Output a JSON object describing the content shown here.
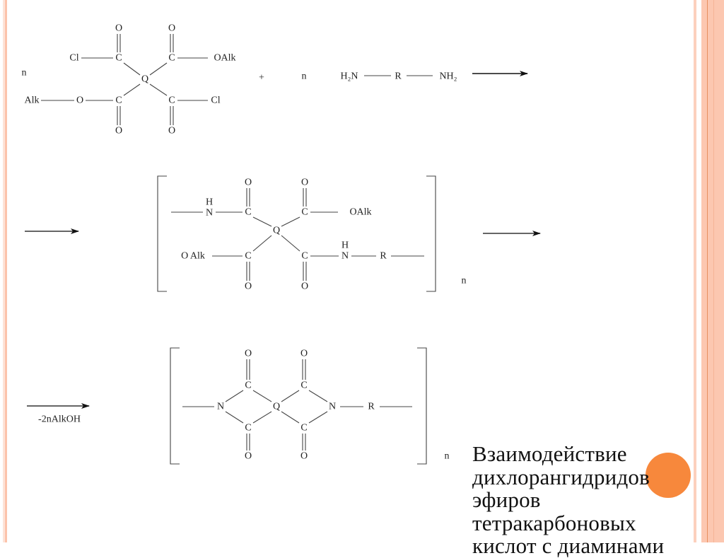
{
  "colors": {
    "border_light": "#fcc9b3",
    "border_dark": "#ee9a6c",
    "accent_circle": "#f7883c"
  },
  "reaction": {
    "reactant1": {
      "coef": "n",
      "top_o1": "O",
      "top_o2": "O",
      "cl1": "Cl",
      "c1": "C",
      "c2": "C",
      "oalk": "OAlk",
      "q": "Q",
      "alk": "Alk",
      "o": "O",
      "c3": "C",
      "c4": "C",
      "cl2": "Cl",
      "bot_o1": "O",
      "bot_o2": "O"
    },
    "plus": "+",
    "reactant2": {
      "coef": "n",
      "h2n": "H₂N",
      "r": "R",
      "nh2": "NH₂"
    },
    "intermediate": {
      "top_o1": "O",
      "top_o2": "O",
      "h1": "H",
      "n1": "N",
      "c1": "C",
      "c2": "C",
      "oalk": "OAlk",
      "q": "Q",
      "oalk2": "O Alk",
      "c3": "C",
      "c4": "C",
      "h2": "H",
      "n2": "N",
      "r": "R",
      "bot_o1": "O",
      "bot_o2": "O",
      "subscript": "n"
    },
    "product": {
      "top_o1": "O",
      "top_o2": "O",
      "c1": "C",
      "c2": "C",
      "n1": "N",
      "q": "Q",
      "n2": "N",
      "r": "R",
      "c3": "C",
      "c4": "C",
      "bot_o1": "O",
      "bot_o2": "O",
      "subscript": "n"
    },
    "elimination_label": "-2nAlkOH"
  },
  "caption": {
    "lines": [
      "Взаимодействие",
      "дихлорангидридов",
      "эфиров",
      "тетракарбоновых",
      "кислот с диаминами"
    ]
  }
}
